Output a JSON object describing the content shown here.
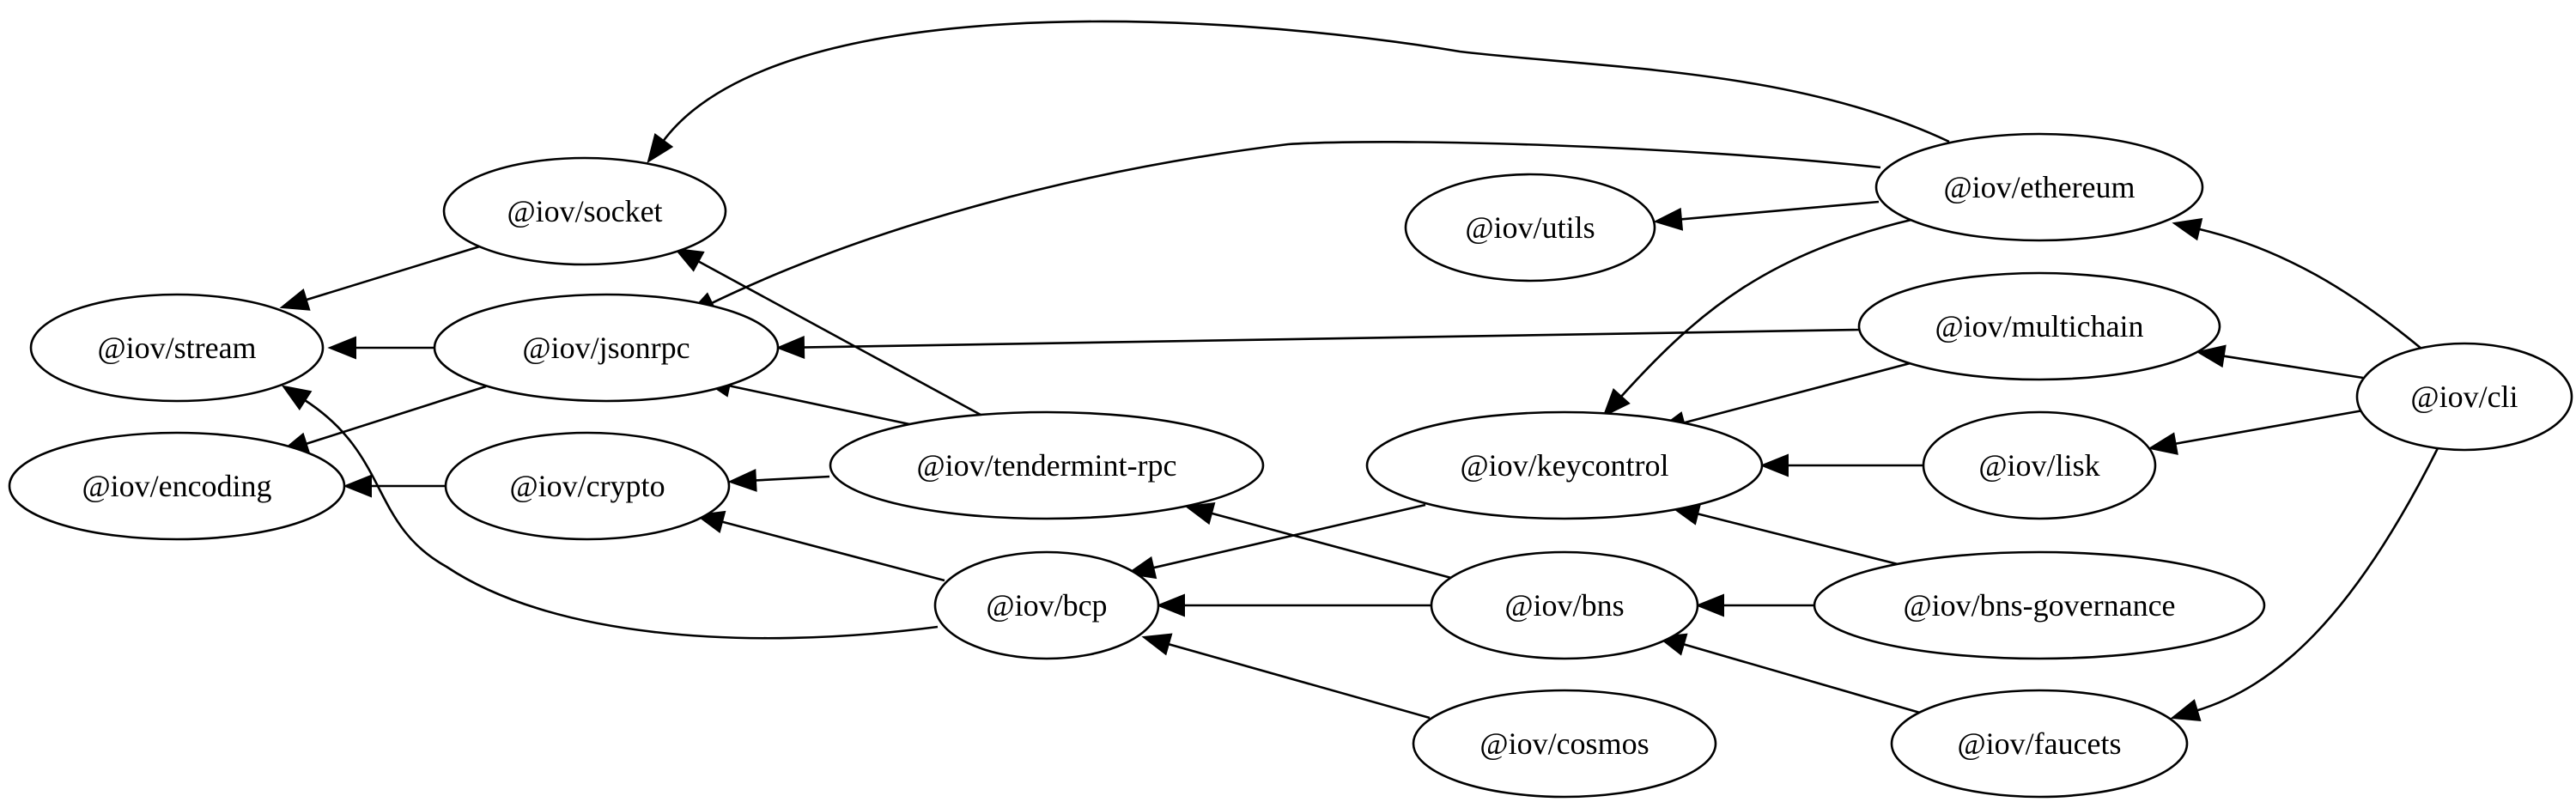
{
  "graph": {
    "type": "dependency-graph",
    "nodes": [
      {
        "id": "socket",
        "label": "@iov/socket"
      },
      {
        "id": "stream",
        "label": "@iov/stream"
      },
      {
        "id": "jsonrpc",
        "label": "@iov/jsonrpc"
      },
      {
        "id": "encoding",
        "label": "@iov/encoding"
      },
      {
        "id": "crypto",
        "label": "@iov/crypto"
      },
      {
        "id": "tendermint-rpc",
        "label": "@iov/tendermint-rpc"
      },
      {
        "id": "bcp",
        "label": "@iov/bcp"
      },
      {
        "id": "utils",
        "label": "@iov/utils"
      },
      {
        "id": "ethereum",
        "label": "@iov/ethereum"
      },
      {
        "id": "multichain",
        "label": "@iov/multichain"
      },
      {
        "id": "keycontrol",
        "label": "@iov/keycontrol"
      },
      {
        "id": "lisk",
        "label": "@iov/lisk"
      },
      {
        "id": "cli",
        "label": "@iov/cli"
      },
      {
        "id": "bns",
        "label": "@iov/bns"
      },
      {
        "id": "bns-governance",
        "label": "@iov/bns-governance"
      },
      {
        "id": "cosmos",
        "label": "@iov/cosmos"
      },
      {
        "id": "faucets",
        "label": "@iov/faucets"
      }
    ],
    "edges": [
      {
        "from": "socket",
        "to": "stream"
      },
      {
        "from": "jsonrpc",
        "to": "stream"
      },
      {
        "from": "jsonrpc",
        "to": "encoding"
      },
      {
        "from": "crypto",
        "to": "encoding"
      },
      {
        "from": "tendermint-rpc",
        "to": "socket"
      },
      {
        "from": "tendermint-rpc",
        "to": "jsonrpc"
      },
      {
        "from": "tendermint-rpc",
        "to": "crypto"
      },
      {
        "from": "bcp",
        "to": "crypto"
      },
      {
        "from": "bcp",
        "to": "stream"
      },
      {
        "from": "ethereum",
        "to": "socket"
      },
      {
        "from": "ethereum",
        "to": "jsonrpc"
      },
      {
        "from": "ethereum",
        "to": "utils"
      },
      {
        "from": "ethereum",
        "to": "keycontrol"
      },
      {
        "from": "multichain",
        "to": "jsonrpc"
      },
      {
        "from": "multichain",
        "to": "keycontrol"
      },
      {
        "from": "keycontrol",
        "to": "bcp"
      },
      {
        "from": "lisk",
        "to": "keycontrol"
      },
      {
        "from": "bns",
        "to": "bcp"
      },
      {
        "from": "bns",
        "to": "tendermint-rpc"
      },
      {
        "from": "bns-governance",
        "to": "bns"
      },
      {
        "from": "bns-governance",
        "to": "keycontrol"
      },
      {
        "from": "cosmos",
        "to": "bcp"
      },
      {
        "from": "faucets",
        "to": "bns"
      },
      {
        "from": "cli",
        "to": "ethereum"
      },
      {
        "from": "cli",
        "to": "multichain"
      },
      {
        "from": "cli",
        "to": "lisk"
      },
      {
        "from": "cli",
        "to": "faucets"
      }
    ]
  }
}
